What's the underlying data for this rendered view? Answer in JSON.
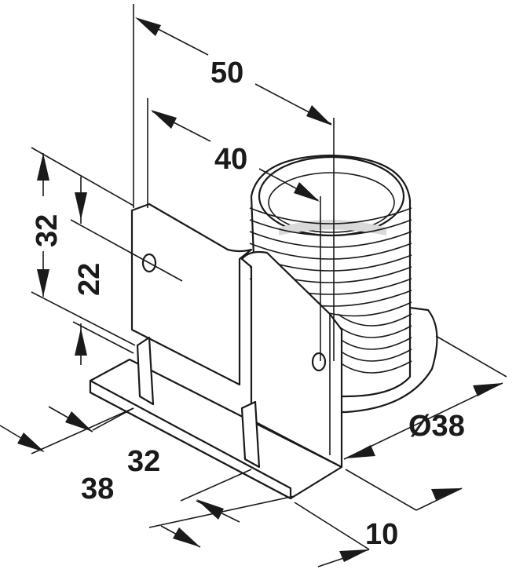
{
  "dimensions": {
    "overall_depth": "50",
    "bracket_depth": "40",
    "total_height": "32",
    "slot_height": "22",
    "base_width_outer": "38",
    "base_width_inner": "32",
    "flange_thickness": "10",
    "thread_diameter": "Ø38"
  }
}
